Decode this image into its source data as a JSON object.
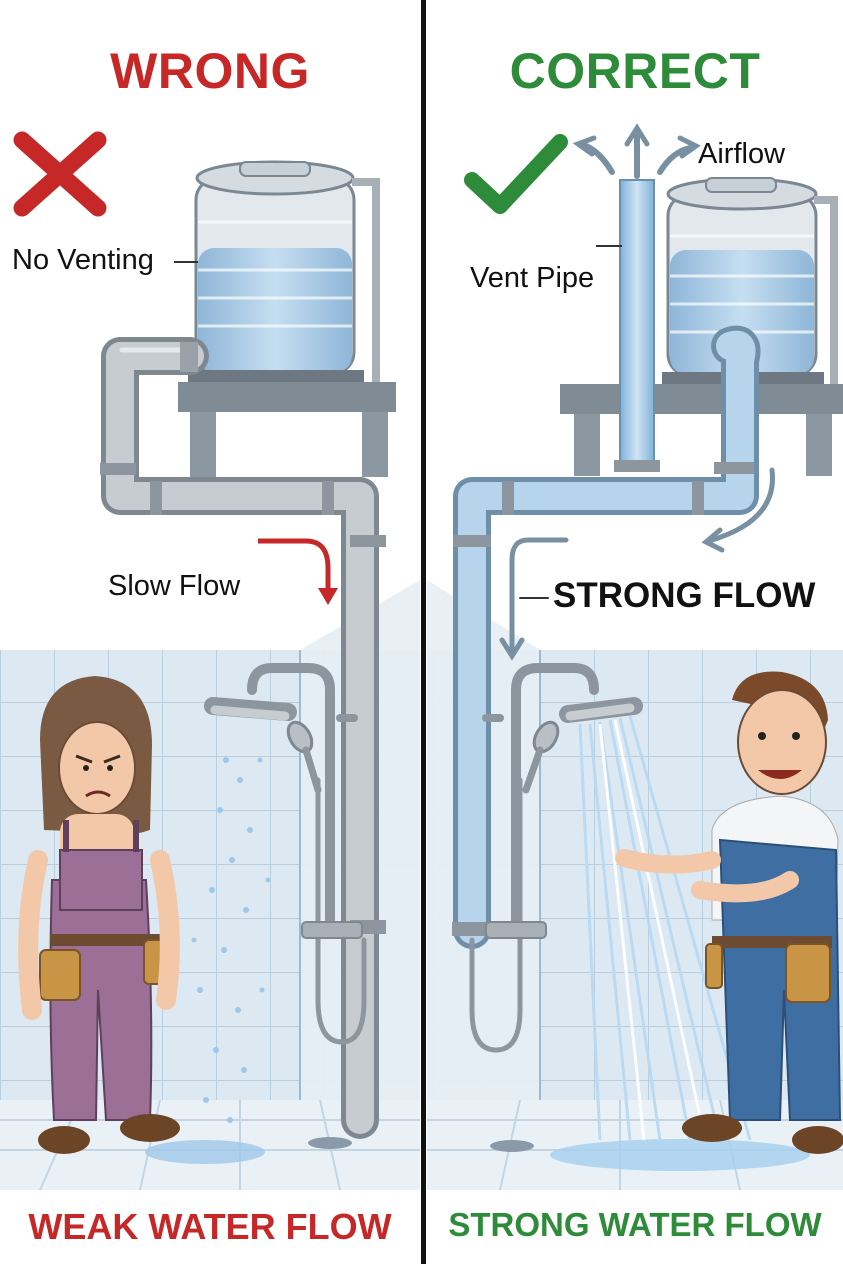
{
  "left_panel": {
    "heading": "WRONG",
    "callout_vent": "No Venting",
    "callout_flow": "Slow Flow",
    "footer": "WEAK WATER FLOW",
    "icon": "cross-icon"
  },
  "right_panel": {
    "heading": "CORRECT",
    "callout_airflow": "Airflow",
    "callout_vent": "Vent Pipe",
    "callout_flow": "STRONG FLOW",
    "footer": "STRONG WATER FLOW",
    "icon": "check-icon"
  },
  "colors": {
    "wrong": "#c62828",
    "correct": "#2e8b3a",
    "pipe": "#b7bcc2",
    "water": "#a9cfe9",
    "tile": "#dbe8f2",
    "divider": "#111111"
  }
}
